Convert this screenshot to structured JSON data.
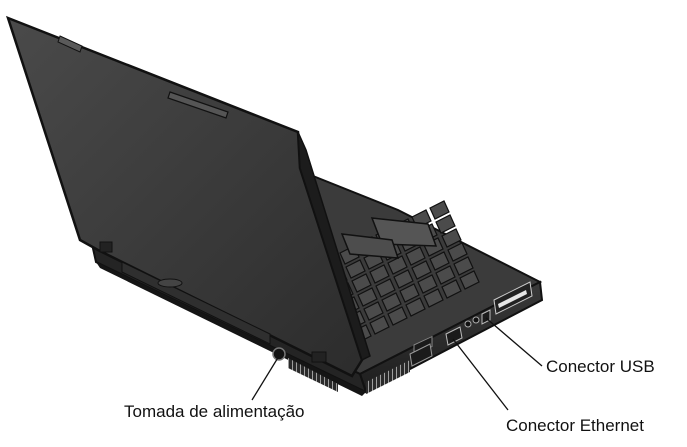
{
  "callouts": {
    "usb": "Conector USB",
    "ethernet": "Conector Ethernet",
    "power": "Tomada de alimentação"
  },
  "colors": {
    "lid": "#3a3a3a",
    "lid_dark": "#1a1a1a",
    "body": "#2e2e2e",
    "keys": "#4a4a4a",
    "line": "#111111"
  }
}
